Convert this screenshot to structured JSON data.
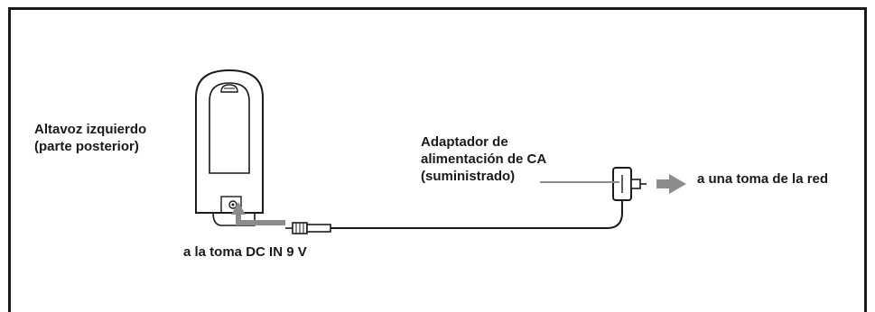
{
  "figure": {
    "labels": {
      "speaker_line1": "Altavoz izquierdo",
      "speaker_line2": "(parte posterior)",
      "adapter_line1": "Adaptador de",
      "adapter_line2": "alimentación de CA",
      "adapter_line3": "(suministrado)",
      "outlet": "a una toma de la red",
      "dc_in": "a la toma DC IN 9 V"
    },
    "colors": {
      "line": "#1a1a1a",
      "arrow": "#8c8c8c",
      "background": "#ffffff"
    }
  }
}
